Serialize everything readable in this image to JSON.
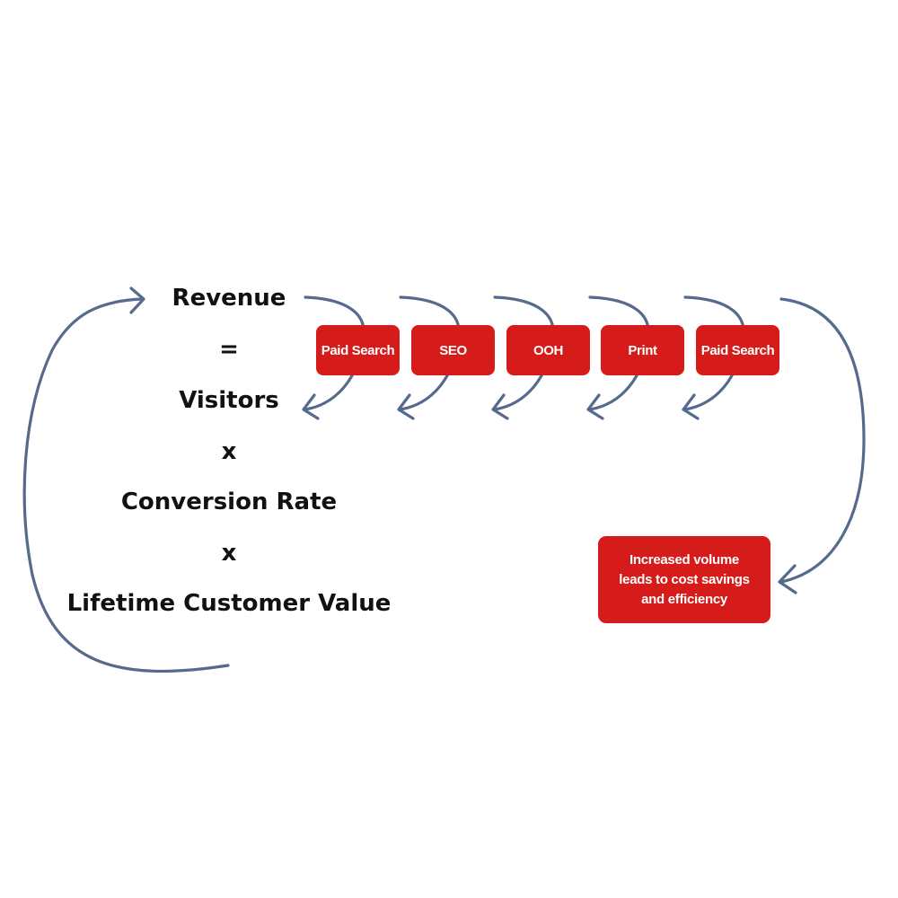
{
  "equation": {
    "lines": [
      "Revenue",
      "=",
      "Visitors",
      "x",
      "Conversion Rate",
      "x",
      "Lifetime Customer Value"
    ]
  },
  "channels": [
    "Paid Search",
    "SEO",
    "OOH",
    "Print",
    "Paid Search"
  ],
  "result_box": {
    "text": "Increased volume leads to cost savings and efficiency"
  },
  "colors": {
    "arrow": "#566a8e",
    "box": "#d61b1b",
    "box_text": "#ffffff",
    "text": "#111111"
  },
  "icons": [
    "curved-arrow-icon",
    "loop-arrow-icon",
    "feedback-arrow-icon"
  ]
}
